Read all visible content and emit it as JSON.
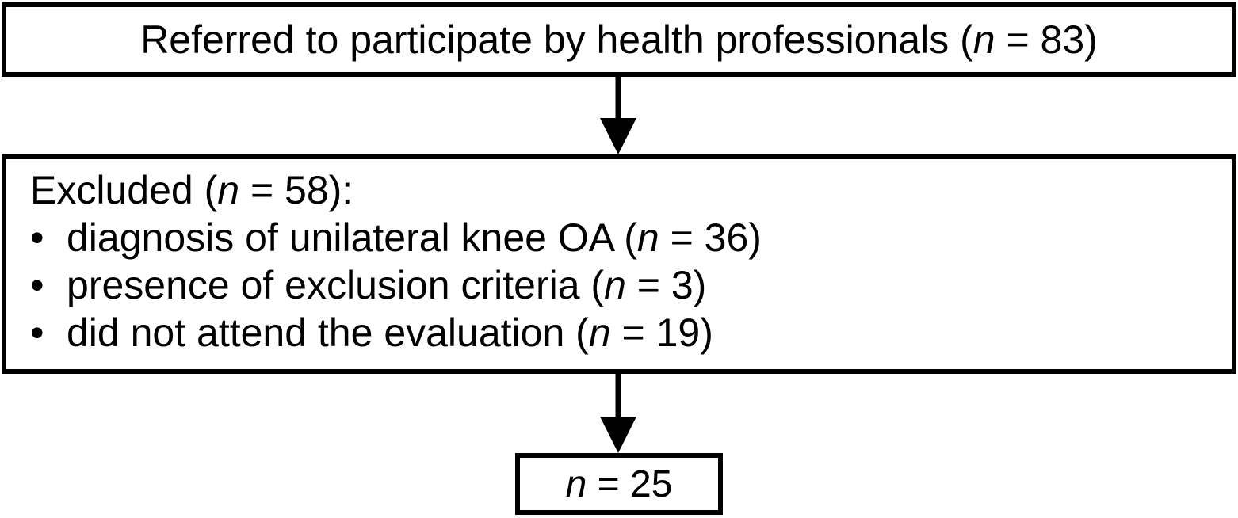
{
  "colors": {
    "ink": "#000000",
    "paper": "#ffffff"
  },
  "top_box": {
    "prefix": "Referred to participate by health professionals (",
    "n": "n",
    "suffix": " = 83)"
  },
  "excluded_box": {
    "title_prefix": "Excluded (",
    "title_n": "n",
    "title_suffix": " = 58):",
    "bullet_glyph": "•",
    "items": [
      {
        "prefix": "diagnosis of unilateral knee OA (",
        "n": "n",
        "suffix": " = 36)"
      },
      {
        "prefix": "presence of exclusion criteria (",
        "n": "n",
        "suffix": " = 3)"
      },
      {
        "prefix": "did not attend the evaluation (",
        "n": "n",
        "suffix": " = 19)"
      }
    ]
  },
  "result_box": {
    "n": "n",
    "suffix": " = 25"
  }
}
